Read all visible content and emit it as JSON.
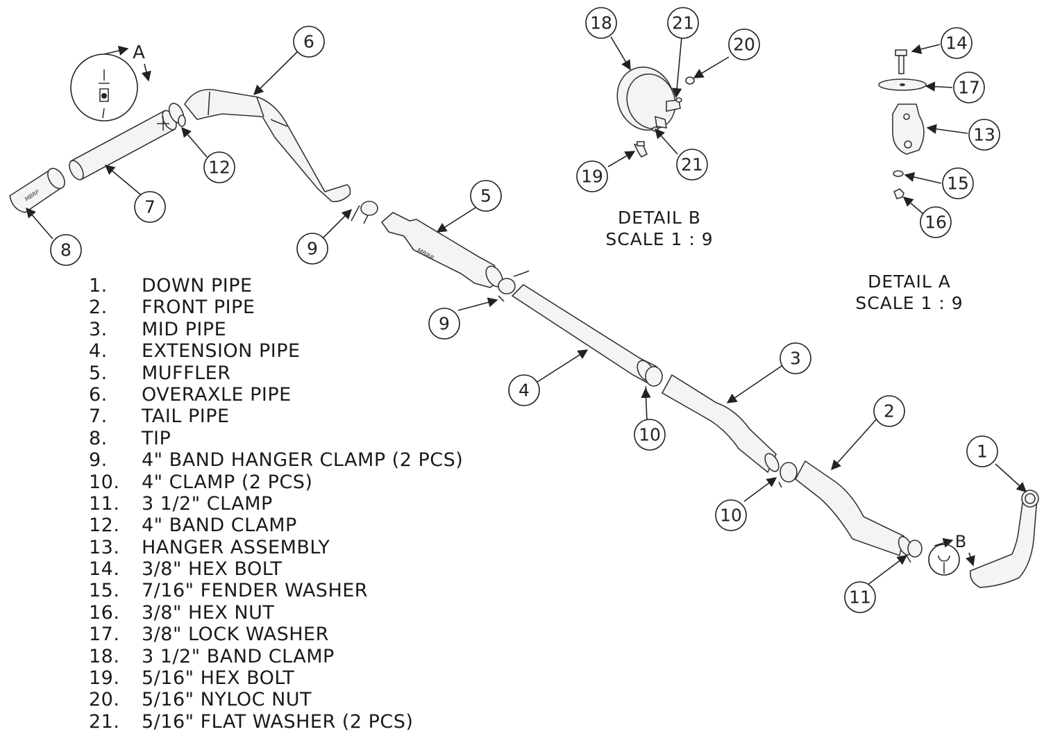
{
  "parts_list": [
    {
      "num": "1.",
      "desc": "DOWN PIPE"
    },
    {
      "num": "2.",
      "desc": "FRONT PIPE"
    },
    {
      "num": "3.",
      "desc": "MID PIPE"
    },
    {
      "num": "4.",
      "desc": "EXTENSION PIPE"
    },
    {
      "num": "5.",
      "desc": "MUFFLER"
    },
    {
      "num": "6.",
      "desc": "OVERAXLE PIPE"
    },
    {
      "num": "7.",
      "desc": "TAIL PIPE"
    },
    {
      "num": "8.",
      "desc": "TIP"
    },
    {
      "num": "9.",
      "desc": "4\" BAND HANGER CLAMP (2 PCS)"
    },
    {
      "num": "10.",
      "desc": "4\" CLAMP (2 PCS)"
    },
    {
      "num": "11.",
      "desc": "3 1/2\" CLAMP"
    },
    {
      "num": "12.",
      "desc": "4\" BAND CLAMP"
    },
    {
      "num": "13.",
      "desc": "HANGER ASSEMBLY"
    },
    {
      "num": "14.",
      "desc": "3/8\" HEX BOLT"
    },
    {
      "num": "15.",
      "desc": "7/16\" FENDER WASHER"
    },
    {
      "num": "16.",
      "desc": "3/8\" HEX NUT"
    },
    {
      "num": "17.",
      "desc": "3/8\" LOCK WASHER"
    },
    {
      "num": "18.",
      "desc": "3 1/2\" BAND CLAMP"
    },
    {
      "num": "19.",
      "desc": "5/16\" HEX BOLT"
    },
    {
      "num": "20.",
      "desc": "5/16\" NYLOC NUT"
    },
    {
      "num": "21.",
      "desc": "5/16\" FLAT WASHER (2 PCS)"
    }
  ],
  "detail_b": {
    "title": "DETAIL B",
    "scale": "SCALE 1 : 9"
  },
  "detail_a": {
    "title": "DETAIL A",
    "scale": "SCALE 1 : 9"
  },
  "view_markers": {
    "a": "A",
    "b": "B"
  },
  "balloons": [
    "1",
    "2",
    "3",
    "4",
    "5",
    "6",
    "7",
    "8",
    "9",
    "9",
    "10",
    "10",
    "11",
    "12",
    "13",
    "14",
    "15",
    "16",
    "17",
    "18",
    "19",
    "20",
    "21",
    "21"
  ],
  "brand_marking": "MBRP"
}
